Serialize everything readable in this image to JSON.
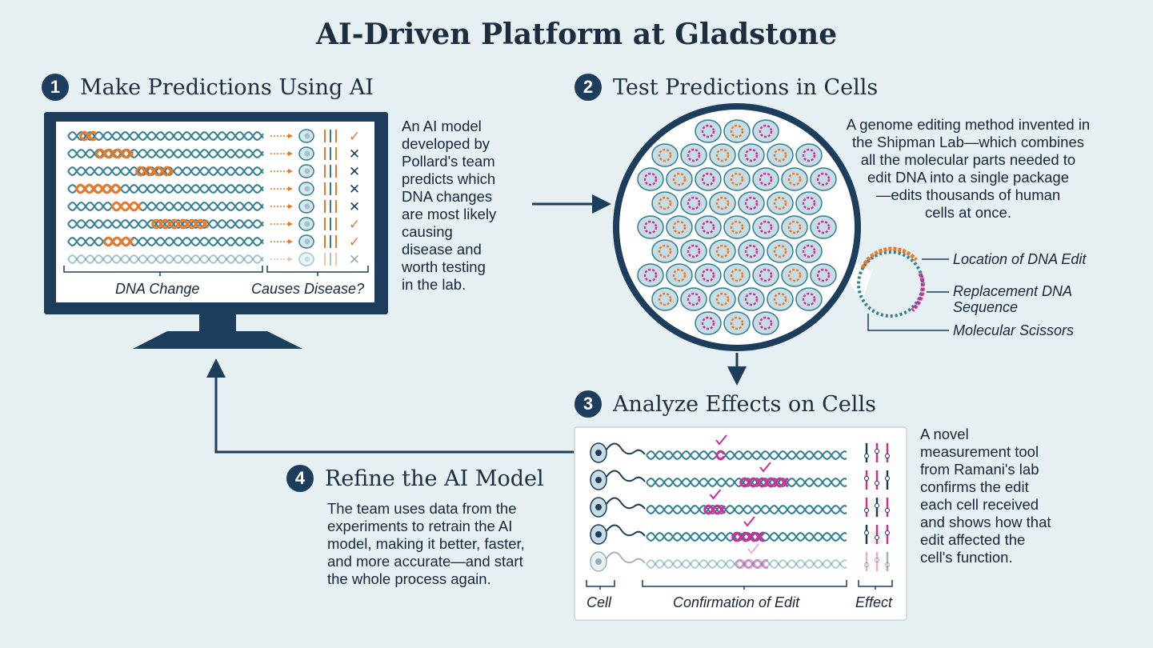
{
  "title": "AI-Driven Platform at Gladstone",
  "steps": [
    {
      "number": "1",
      "title": "Make Predictions Using AI",
      "text": [
        "An AI model",
        "developed by",
        "Pollard's team",
        "predicts which",
        "DNA changes",
        "are most likely",
        "causing",
        "disease and",
        "worth testing",
        "in the lab."
      ]
    },
    {
      "number": "2",
      "title": "Test Predictions in Cells",
      "text": [
        "A genome editing method invented in",
        "the Shipman Lab—which combines",
        "all the molecular parts needed to",
        "edit DNA into a single package",
        "—edits thousands of human",
        "cells at once."
      ]
    },
    {
      "number": "3",
      "title": "Analyze Effects on Cells",
      "text": [
        "A novel",
        "measurement tool",
        "from Ramani's lab",
        "confirms the edit",
        "each cell received",
        "and shows how that",
        "edit affected the",
        "cell's function."
      ]
    },
    {
      "number": "4",
      "title": "Refine the AI Model",
      "text": [
        "The team uses data from the",
        "experiments to retrain the AI",
        "model, making it better, faster,",
        "and more accurate—and start",
        "the whole process again."
      ]
    }
  ],
  "monitor": {
    "dna_change_label": "DNA Change",
    "causes_disease_label": "Causes Disease?",
    "results": [
      "✓",
      "✕",
      "✕",
      "✕",
      "✕",
      "✓",
      "✓",
      "✕"
    ]
  },
  "plasmid_labels": {
    "location": "Location of DNA Edit",
    "replacement_line1": "Replacement DNA",
    "replacement_line2": "Sequence",
    "scissors": "Molecular Scissors"
  },
  "analysis_labels": {
    "cell": "Cell",
    "confirmation": "Confirmation of Edit",
    "effect": "Effect"
  },
  "colors": {
    "background": "#e6eff1",
    "navy": "#1d3d5c",
    "dna_teal": "#2f7f93",
    "orange": "#e7792b",
    "magenta": "#cc2f98"
  }
}
